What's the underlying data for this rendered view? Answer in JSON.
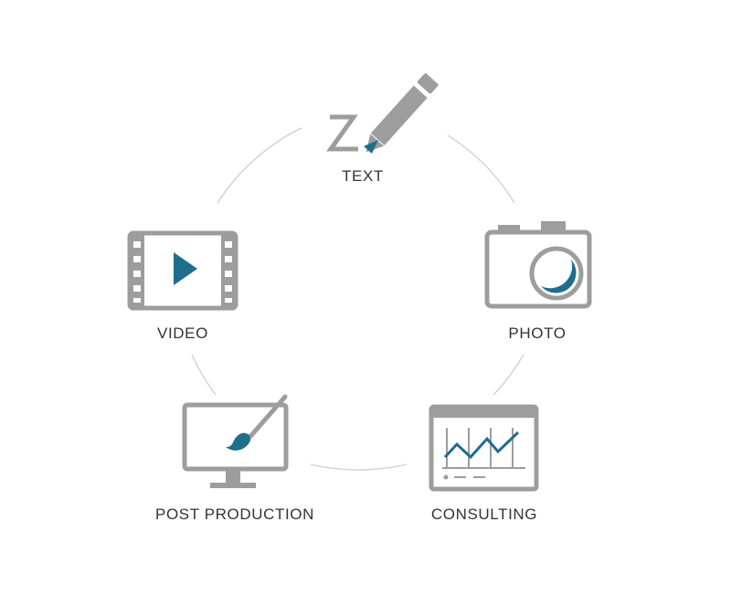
{
  "cycle": {
    "accent_color": "#1d6f8c",
    "icon_color": "#9d9d9d",
    "ring_color": "#cfcfcf",
    "items": [
      {
        "label": "TEXT",
        "icon": "pencil-icon"
      },
      {
        "label": "PHOTO",
        "icon": "camera-icon"
      },
      {
        "label": "CONSULTING",
        "icon": "chart-window-icon"
      },
      {
        "label": "POST PRODUCTION",
        "icon": "monitor-brush-icon"
      },
      {
        "label": "VIDEO",
        "icon": "film-play-icon"
      }
    ]
  }
}
